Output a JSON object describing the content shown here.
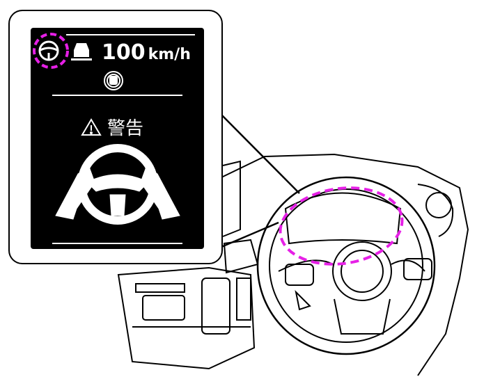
{
  "display": {
    "speed_value": "100",
    "speed_unit": "km/h",
    "warning_label": "警告",
    "icons": [
      "steering-assist-icon",
      "lead-vehicle-icon",
      "lane-keep-icon",
      "warning-triangle-icon",
      "hands-on-wheel-icon"
    ]
  },
  "colors": {
    "highlight": "#e620e6",
    "screen": "#000000",
    "line": "#000000"
  }
}
